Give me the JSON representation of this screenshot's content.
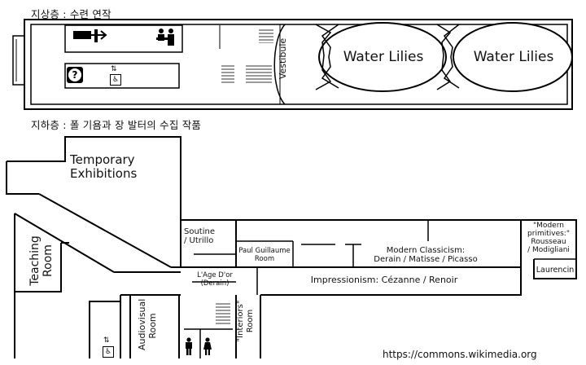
{
  "upper": {
    "heading": "지상층 : 수련 연작",
    "vestibule": "Vestibule",
    "room_left": "Water Lilies",
    "room_right": "Water Lilies"
  },
  "lower": {
    "heading": "지하층 : 폴 기욤과 장 발터의 수집 작품",
    "temporary_line1": "Temporary",
    "temporary_line2": "Exhibitions",
    "teaching_line1": "Teaching",
    "teaching_line2": "Room",
    "soutine_line1": "Soutine",
    "soutine_line2": "/ Utrillo",
    "guillaume_line1": "Paul Guillaume",
    "guillaume_line2": "Room",
    "age_dor_line1": "L'Age D'or",
    "age_dor_line2": "(Derain)",
    "modern_line1": "Modern Classicism:",
    "modern_line2": "Derain / Matisse / Picasso",
    "impressionism": "Impressionism: Cézanne / Renoir",
    "primitives_line1": "\"Modern",
    "primitives_line2": "primitives:\"",
    "primitives_line3": "Rousseau",
    "primitives_line4": "/ Modigliani",
    "laurencin": "Laurencin",
    "audiovisual_line1": "Audiovisual",
    "audiovisual_line2": "Room",
    "interiors_line1": "\"Interiors\"",
    "interiors_line2": "Room"
  },
  "credit": "https://commons.wikimedia.org",
  "icons": [
    "cloakroom-icon",
    "ticket-desk-icon",
    "information-icon",
    "elevator-icon",
    "wheelchair-icon",
    "man-restroom-icon",
    "woman-restroom-icon"
  ]
}
